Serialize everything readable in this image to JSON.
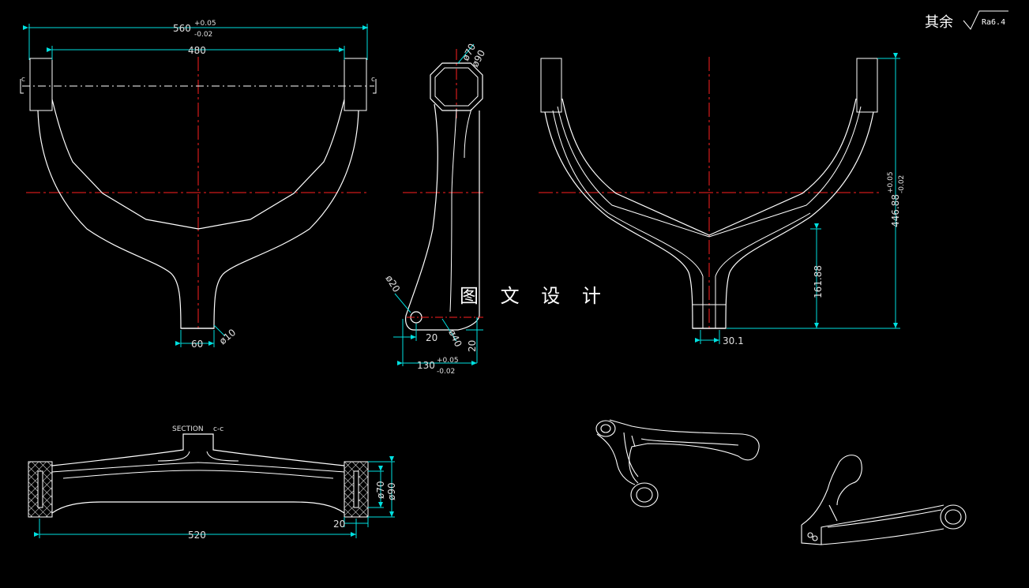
{
  "header": {
    "surface_note": "其余",
    "roughness": "Ra6.4"
  },
  "watermark": "图 文 设 计",
  "front_view": {
    "overall_width": "560",
    "tol_upper": "+0.05",
    "tol_lower": "-0.02",
    "inner_width": "480",
    "stem_width": "60",
    "hole_dia": "ø10",
    "section_mark_left": "c",
    "section_mark_right": "c"
  },
  "side_view": {
    "top_inner_dia": "ø70",
    "top_outer_dia": "ø90",
    "pin_dia": "ø20",
    "offset": "20",
    "boss_dia": "ø40",
    "height": "20",
    "length": "130",
    "tol_upper": "+0.05",
    "tol_lower": "-0.02"
  },
  "right_view": {
    "height": "446.88",
    "tol_upper": "+0.05",
    "tol_lower": "-0.02",
    "mid_height": "161.88",
    "stem_width": "30.1"
  },
  "section_view": {
    "title": "SECTION",
    "mark": "c-c",
    "length": "520",
    "wall": "20",
    "inner_dia": "ø70",
    "outer_dia": "ø90"
  },
  "colors": {
    "background": "#000000",
    "outline": "#ffffff",
    "centerline": "#ff2020",
    "dimension": "#00e0e0",
    "text": "#e0e0e0"
  }
}
